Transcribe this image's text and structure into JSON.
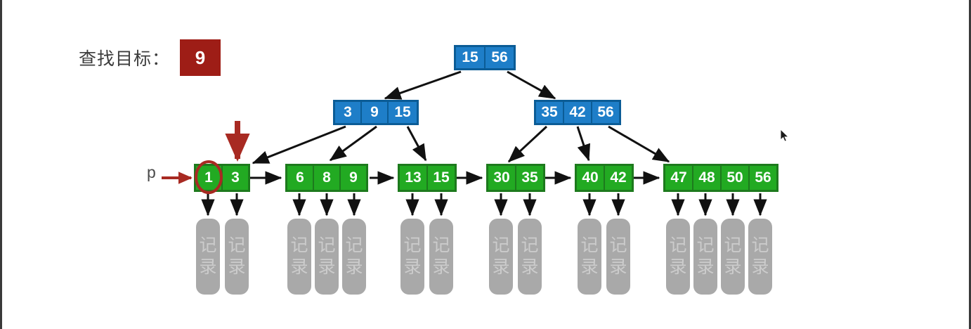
{
  "search_target": {
    "caption": "查找目标：",
    "value": "9",
    "box_color": "#9e1d16"
  },
  "pointer": {
    "label": "p",
    "highlight_color": "#a82a22",
    "circled_key": "1",
    "down_arrow_target_key": "3"
  },
  "colors": {
    "internal_fill": "#1e7ec8",
    "internal_border": "#0b5c96",
    "leaf_fill": "#22aa22",
    "leaf_border": "#1d7a1d",
    "record_fill": "#a9a9a9",
    "record_text": "#cccccc",
    "arrow": "#111111",
    "accent_red": "#a82a22"
  },
  "tree": {
    "root": {
      "keys": [
        "15",
        "56"
      ]
    },
    "internal": [
      {
        "keys": [
          "3",
          "9",
          "15"
        ]
      },
      {
        "keys": [
          "35",
          "42",
          "56"
        ]
      }
    ],
    "leaves": [
      {
        "keys": [
          "1",
          "3"
        ]
      },
      {
        "keys": [
          "6",
          "8",
          "9"
        ]
      },
      {
        "keys": [
          "13",
          "15"
        ]
      },
      {
        "keys": [
          "30",
          "35"
        ]
      },
      {
        "keys": [
          "40",
          "42"
        ]
      },
      {
        "keys": [
          "47",
          "48",
          "50",
          "56"
        ]
      }
    ]
  },
  "record_label": {
    "line1": "记",
    "line2": "录"
  }
}
